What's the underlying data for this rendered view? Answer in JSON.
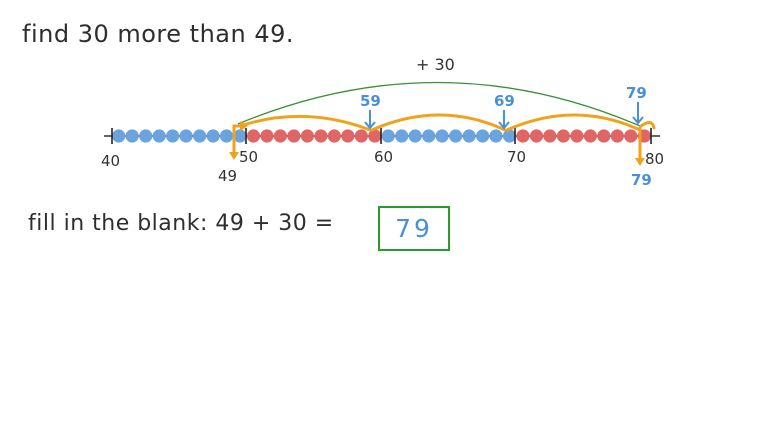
{
  "question": "find  30 more than 49.",
  "number_line": {
    "start": 40,
    "end": 80,
    "tick_labels": [
      "40",
      "50",
      "60",
      "70",
      "80"
    ],
    "start_value_label": "49",
    "end_value_label": "79",
    "jump_total_label": "+ 30",
    "jump_labels": [
      "59",
      "69",
      "79"
    ],
    "segment_colors": [
      "#6aa3dd",
      "#e06666",
      "#6aa3dd",
      "#e06666"
    ],
    "arc_color": "#f0a21c",
    "big_arc_color": "#3b8f3b",
    "label_color": "#4a90d9"
  },
  "fill": {
    "prompt": "fill in the blank: 49 + 30 =",
    "answer": "79",
    "box_color": "#2a9a2a"
  }
}
